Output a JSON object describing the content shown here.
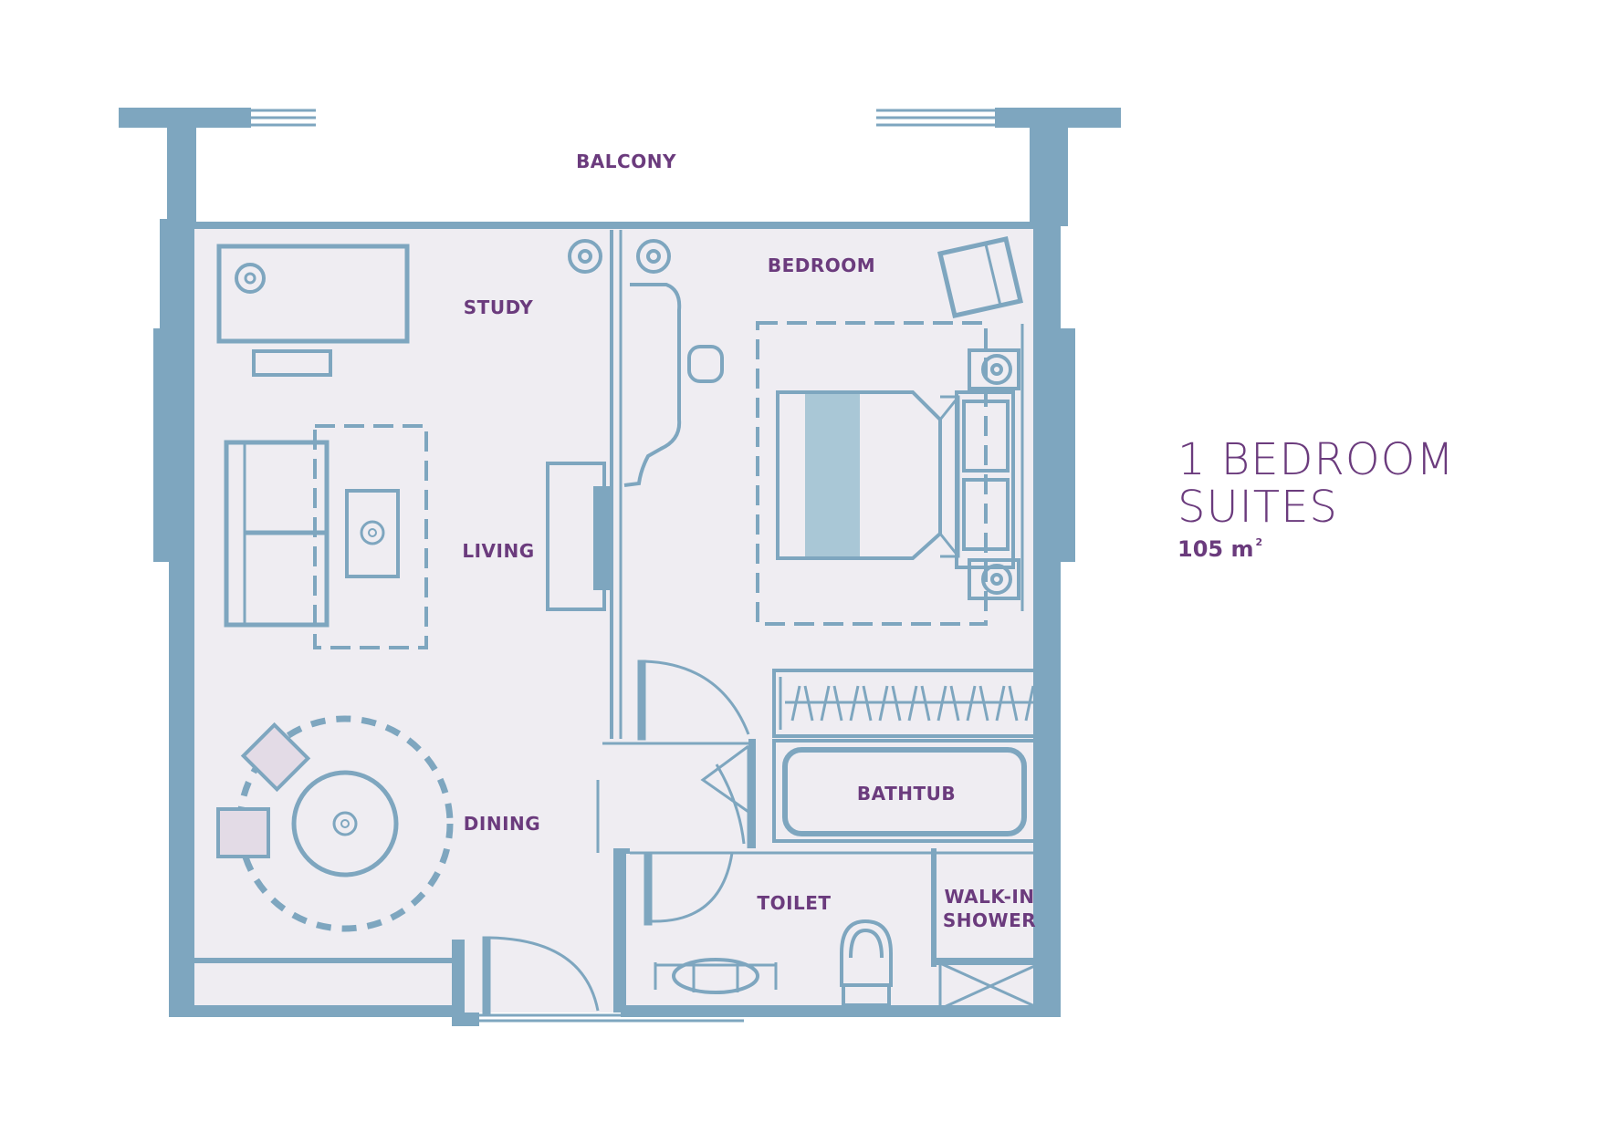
{
  "plan": {
    "colors": {
      "wall": "#7ea6bf",
      "floor": "#efedf2",
      "furniture": "#7ea6bf",
      "label": "#6b3b7d",
      "chair_fill": "#e3dbe6"
    },
    "rooms": {
      "balcony": "BALCONY",
      "study": "STUDY",
      "bedroom": "BEDROOM",
      "living": "LIVING",
      "dining": "DINING",
      "bathtub": "BATHTUB",
      "toilet": "TOILET",
      "shower_line1": "WALK-IN",
      "shower_line2": "SHOWER"
    }
  },
  "title": {
    "line1": "1 BEDROOM",
    "line2": "SUITES",
    "area_value": "105 m",
    "area_unit_sup": "2"
  }
}
